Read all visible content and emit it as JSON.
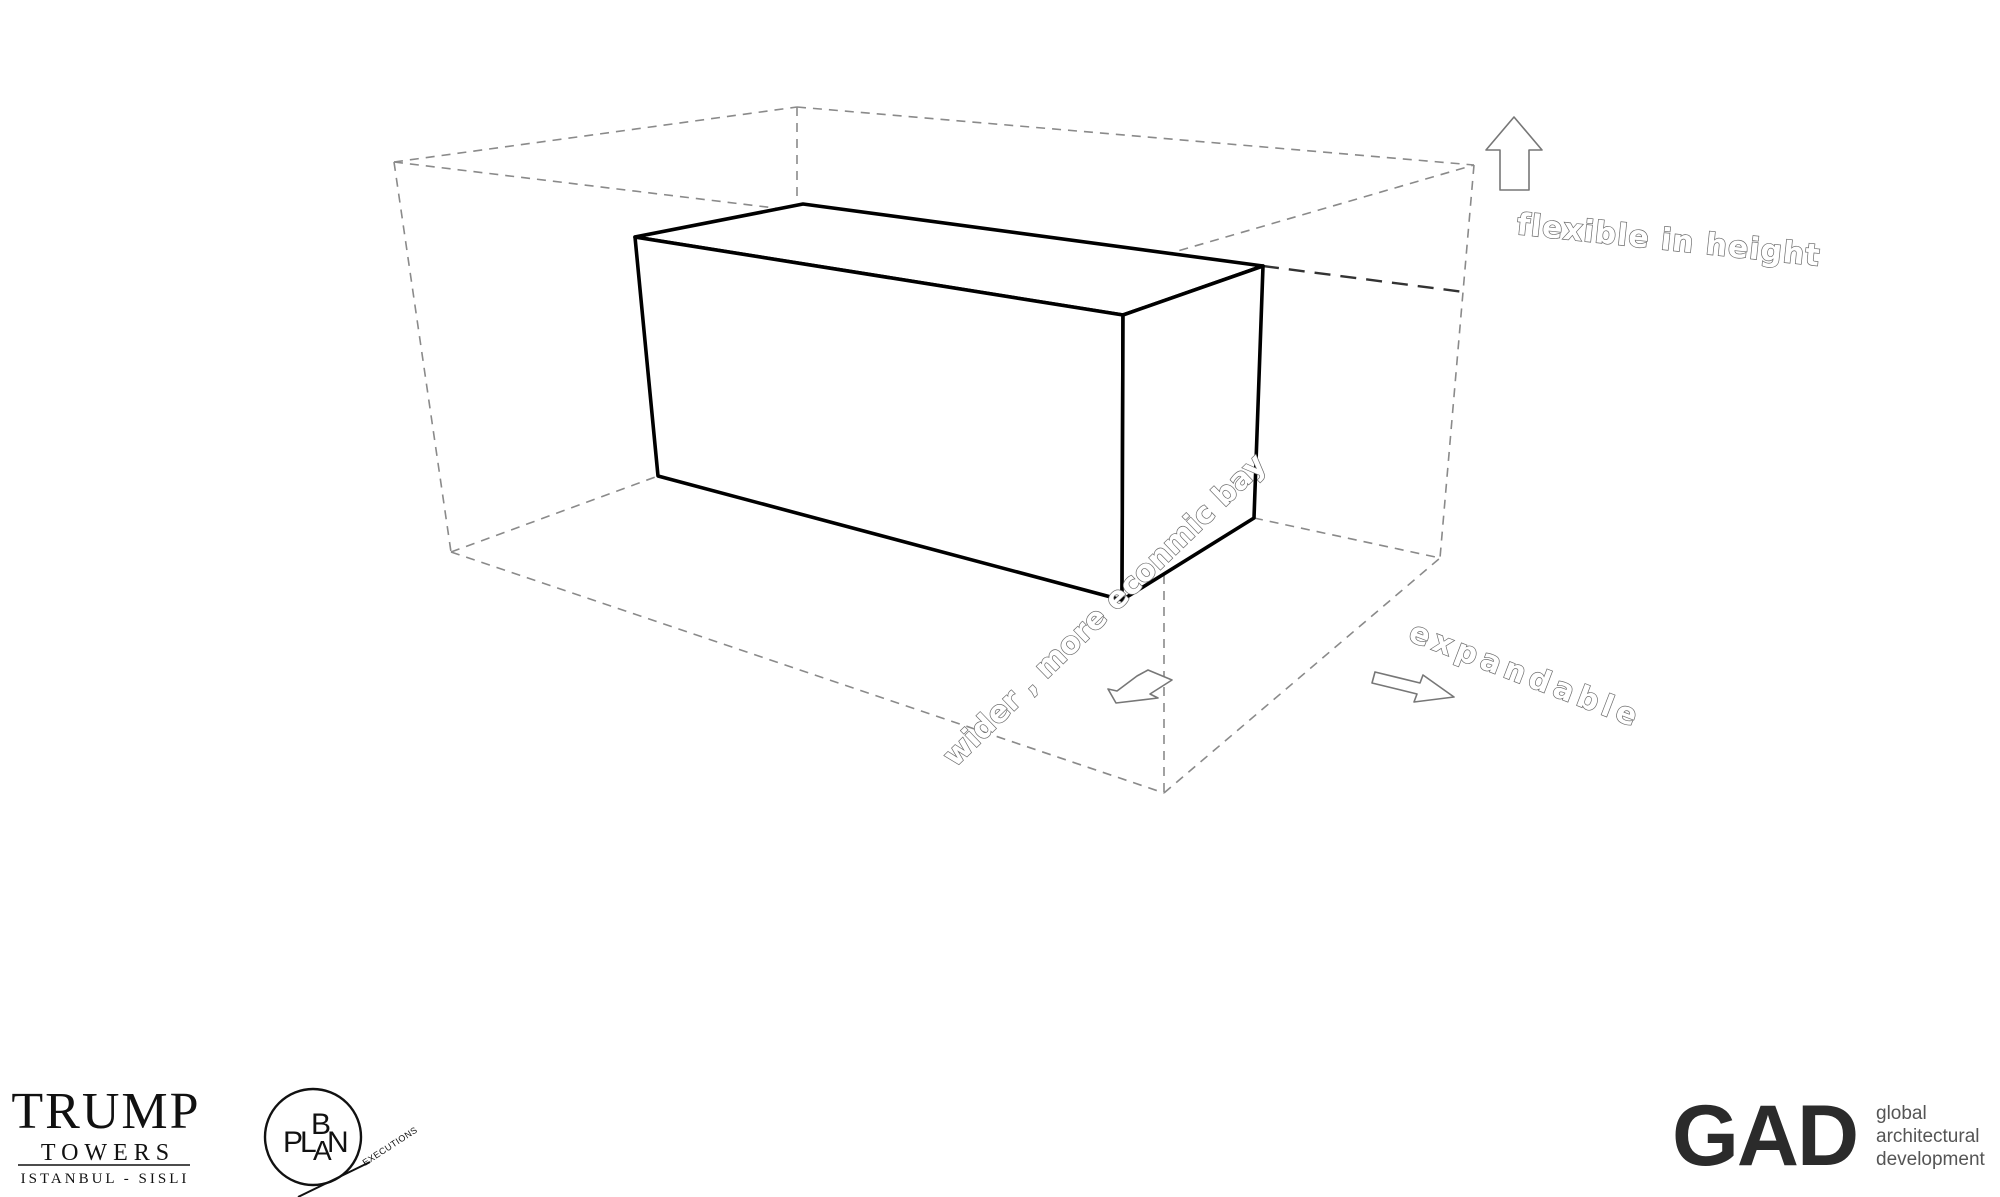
{
  "annotations": {
    "height_label": "flexible in height",
    "depth_label": "expandable",
    "bay_label": "wider , more econmic bay"
  },
  "logos": {
    "trump": {
      "line1": "TRUMP",
      "line2": "TOWERS",
      "line3": "ISTANBUL - SISLI"
    },
    "plan": {
      "letter_p": "P",
      "letter_l": "L",
      "letter_b": "B",
      "letter_a": "A",
      "letter_n": "N",
      "tag": "EXECUTIONS",
      "accent_color": "#d4141b"
    },
    "gad": {
      "mark": "GAD",
      "line1": "global",
      "line2": "architectural",
      "line3": "development"
    }
  }
}
